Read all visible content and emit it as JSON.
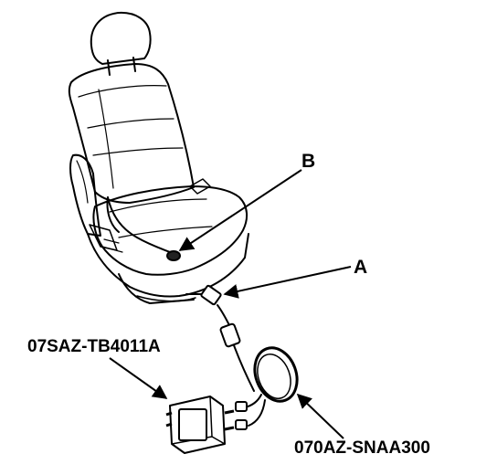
{
  "callouts": {
    "b": "B",
    "a": "A"
  },
  "parts": {
    "tester": "07SAZ-TB4011A",
    "harness": "070AZ-SNAA300"
  }
}
